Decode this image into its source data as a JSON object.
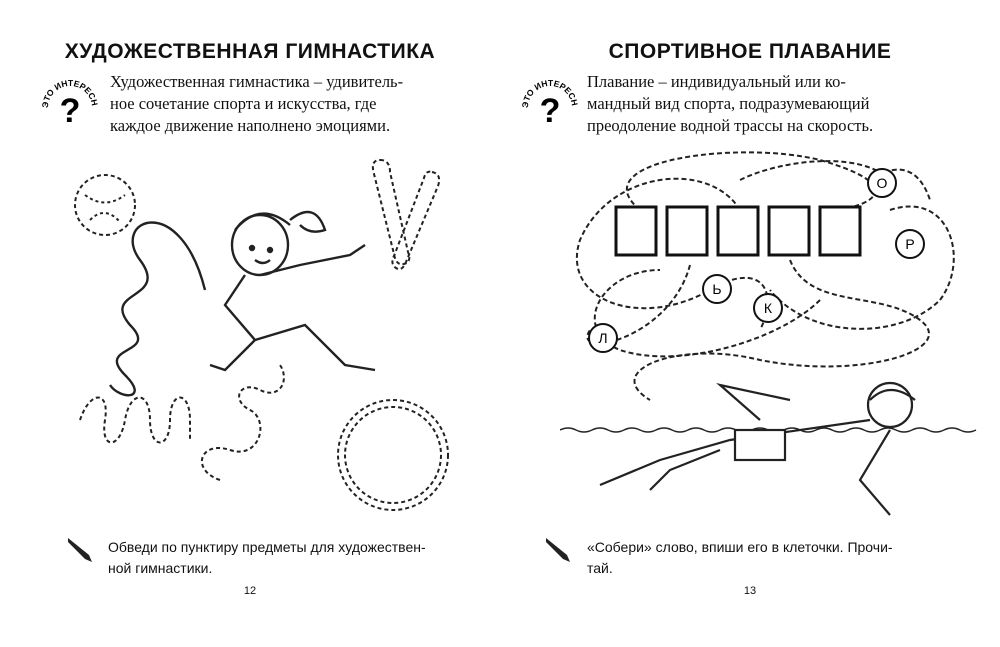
{
  "left_page": {
    "title": "ХУДОЖЕСТВЕННАЯ ГИМНАСТИКА",
    "badge_text": "ЭТО ИНТЕРЕСНО",
    "badge_mark": "?",
    "intro_lines": [
      "Художественная гимнастика – удивитель-",
      "ное сочетание спорта и искусства, где",
      "каждое движение наполнено эмоциями."
    ],
    "task_lines": [
      "Обведи по пунктиру предметы для художествен-",
      "ной гимнастики."
    ],
    "page_number": "12"
  },
  "right_page": {
    "title": "СПОРТИВНОЕ ПЛАВАНИЕ",
    "badge_text": "ЭТО ИНТЕРЕСНО",
    "badge_mark": "?",
    "intro_lines": [
      "Плавание – индивидуальный или ко-",
      "мандный вид спорта, подразумевающий",
      "преодоление водной трассы на скорость."
    ],
    "letters": [
      "О",
      "Р",
      "Ь",
      "К",
      "Л"
    ],
    "task_lines": [
      "«Собери» слово, впиши его в клеточки. Прочи-",
      "тай."
    ],
    "page_number": "13"
  },
  "icons": [
    "question-icon",
    "pencil-icon"
  ]
}
